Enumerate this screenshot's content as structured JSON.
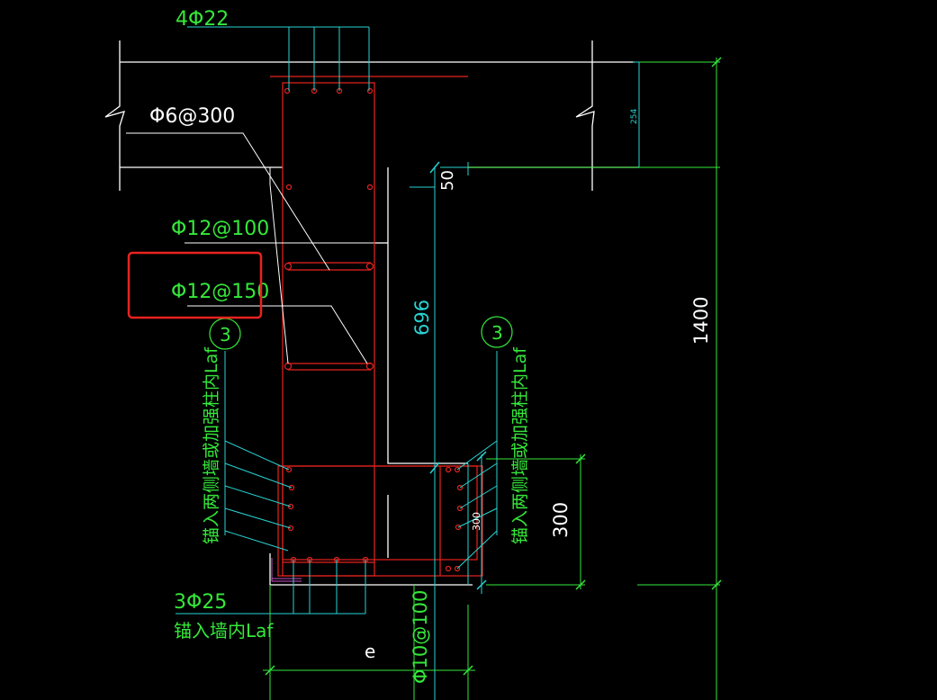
{
  "drawing": {
    "labels": {
      "top_rebar": "4Φ22",
      "stirrup_main": "Φ6@300",
      "tie_1": "Φ12@100",
      "tie_2": "Φ12@150",
      "section_mark_left": "3",
      "section_mark_right": "3",
      "anchor_left": "锚入两侧墙或加强柱内Laf",
      "anchor_right": "锚入两侧墙或加强柱内Laf",
      "bottom_rebar": "3Φ25",
      "bottom_anchor": "锚入墙内Laf",
      "bottom_stirrup": "Φ10@100",
      "dim_e": "e"
    },
    "dimensions": {
      "d_254": "254",
      "d_50": "50",
      "d_696": "696",
      "d_1400": "1400",
      "d_300_small": "300",
      "d_300": "300"
    },
    "highlight": {
      "color": "#e8231f"
    },
    "colors": {
      "background": "#000000",
      "rebar": "#e8231f",
      "label": "#35e83a",
      "dimension": "#29d3d3",
      "outline": "#ffffff"
    }
  }
}
